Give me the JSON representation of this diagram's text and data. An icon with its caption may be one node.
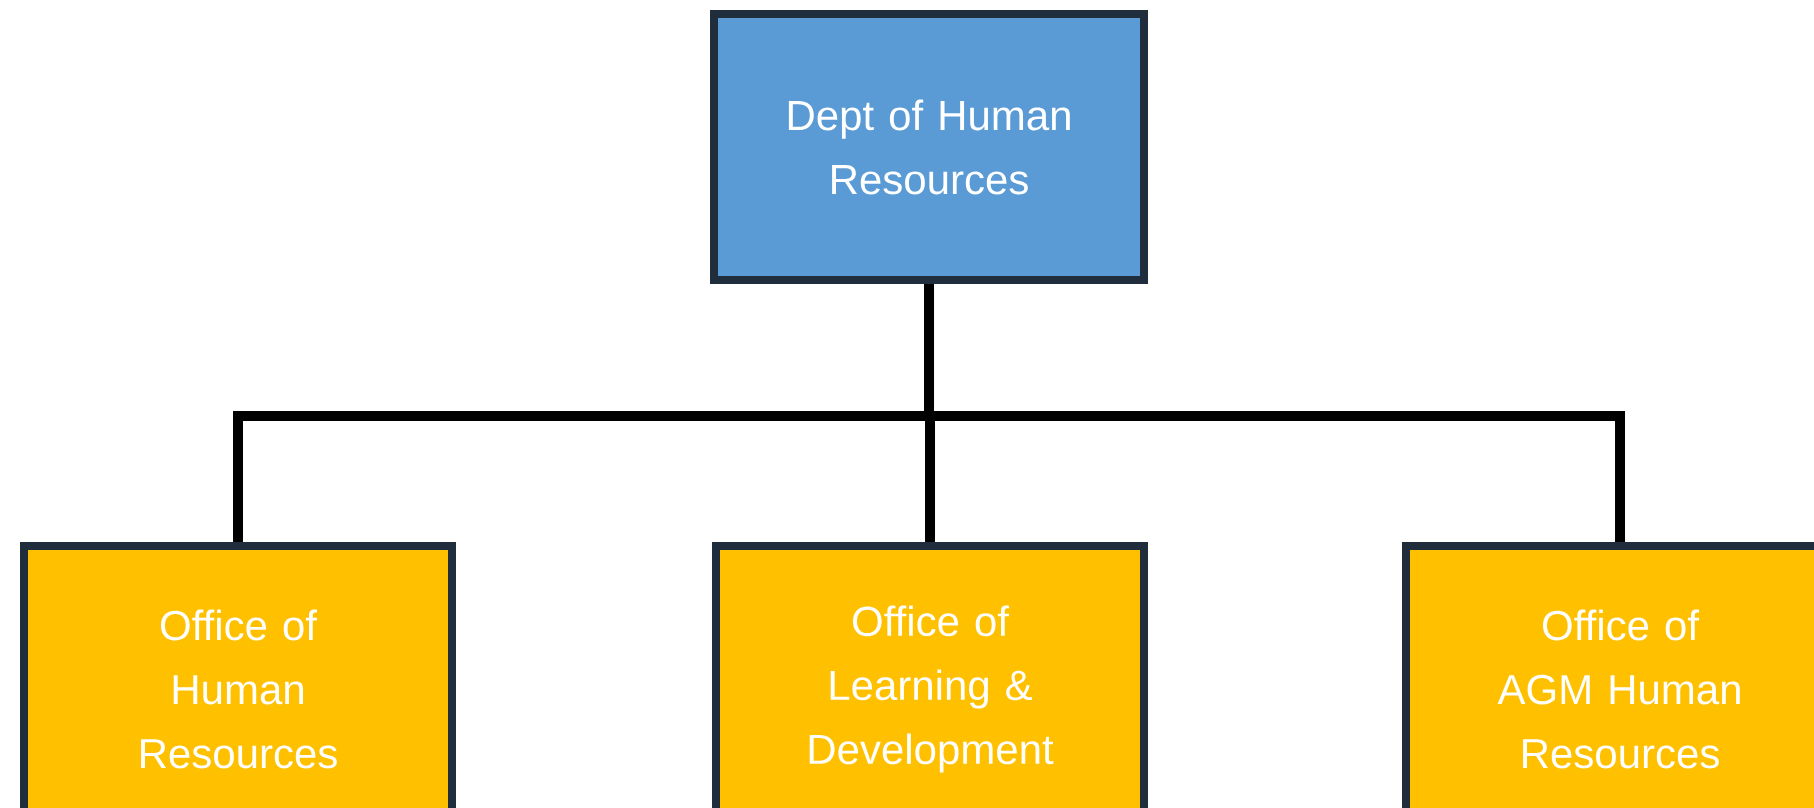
{
  "diagram": {
    "nodes": [
      {
        "text": [
          "Dept of Human Resources"
        ]
      },
      {
        "text": [
          "Office of Human Resources"
        ]
      },
      {
        "text": [
          "Office of Learning & Development"
        ]
      },
      {
        "text": [
          "Office of AGM Human Resources"
        ]
      }
    ],
    "edges": [
      {
        "from": 0,
        "to": 1,
        "arrow": "none"
      },
      {
        "from": 0,
        "to": 2,
        "arrow": "none"
      },
      {
        "from": 0,
        "to": 3,
        "arrow": "none"
      }
    ]
  }
}
